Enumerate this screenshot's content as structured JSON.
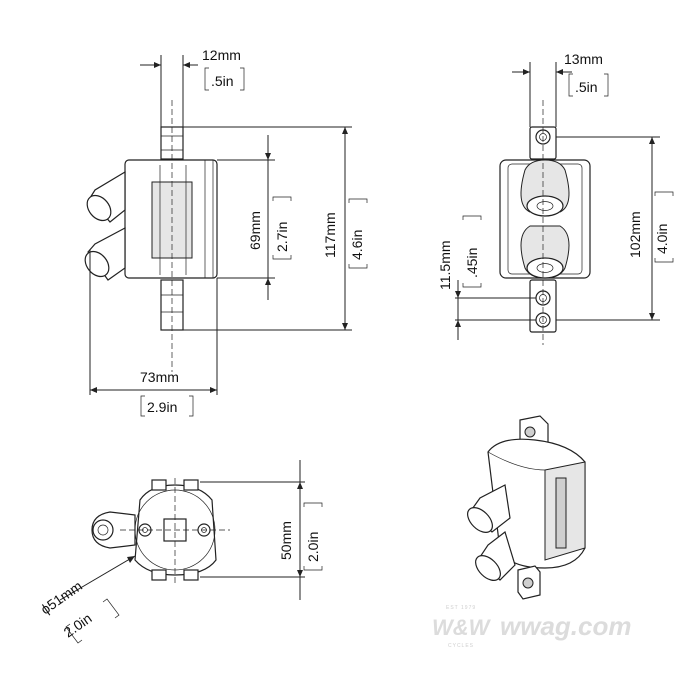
{
  "front_view": {
    "top_width_mm": "12mm",
    "top_width_in": ".5in",
    "inner_height_mm": "69mm",
    "inner_height_in": "2.7in",
    "total_height_mm": "117mm",
    "total_height_in": "4.6in",
    "bottom_width_mm": "73mm",
    "bottom_width_in": "2.9in"
  },
  "side_view": {
    "top_width_mm": "13mm",
    "top_width_in": ".5in",
    "post_spacing_mm": "11.5mm",
    "post_spacing_in": ".45in",
    "height_mm": "102mm",
    "height_in": "4.0in"
  },
  "top_view": {
    "height_mm": "50mm",
    "height_in": "2.0in",
    "diameter_mm": "ϕ51mm",
    "diameter_in": "2.0in"
  },
  "watermark": {
    "brand": "W&W",
    "site": "wwag.com",
    "badge_top": "EST 1979",
    "badge_bottom": "CYCLES"
  }
}
